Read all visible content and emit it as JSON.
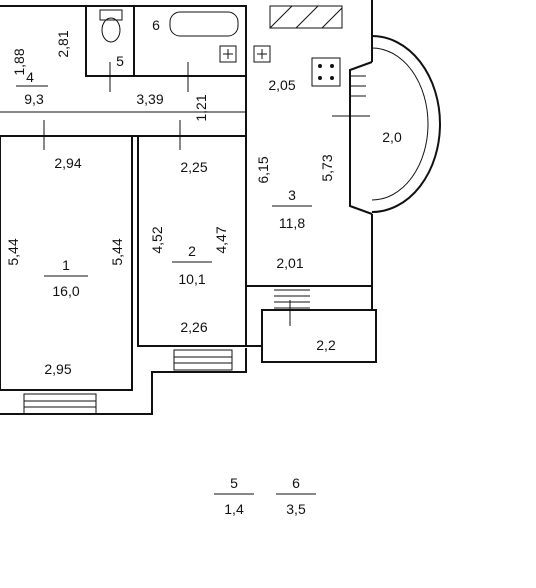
{
  "rooms": [
    {
      "id": "r1",
      "number": "1",
      "area": "16,0"
    },
    {
      "id": "r2",
      "number": "2",
      "area": "10,1"
    },
    {
      "id": "r3",
      "number": "3",
      "area": "11,8"
    },
    {
      "id": "r4",
      "number": "4",
      "area": "9,3"
    },
    {
      "id": "r5",
      "number": "5",
      "area": "1,4"
    },
    {
      "id": "r6",
      "number": "6",
      "area": "3,5"
    }
  ],
  "room_markers": {
    "bath": "6",
    "wc": "5"
  },
  "dims": {
    "d_2_81": "2,81",
    "d_1_88": "1,88",
    "d_3_39": "3,39",
    "d_1_21": "1,21",
    "d_2_05": "2,05",
    "d_2_0": "2,0",
    "d_2_94": "2,94",
    "d_2_25": "2,25",
    "d_6_15": "6,15",
    "d_5_73": "5,73",
    "d_5_44_left": "5,44",
    "d_5_44_right": "5,44",
    "d_4_52": "4,52",
    "d_4_47": "4,47",
    "d_2_01": "2,01",
    "d_2_26": "2,26",
    "d_2_95": "2,95",
    "d_2_2": "2,2"
  }
}
